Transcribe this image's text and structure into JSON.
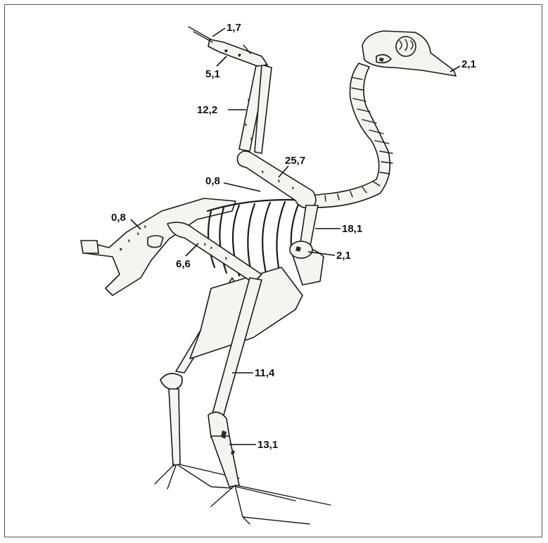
{
  "labels": {
    "finger": "1,7",
    "hand": "5,1",
    "ulna": "12,2",
    "humerus": "25,7",
    "scapula": "0,8",
    "pelvis": "0,8",
    "femur": "6,6",
    "coracoid": "18,1",
    "sternal": "2,1",
    "skull": "2,1",
    "tibia": "11,4",
    "tarsus": "13,1"
  }
}
